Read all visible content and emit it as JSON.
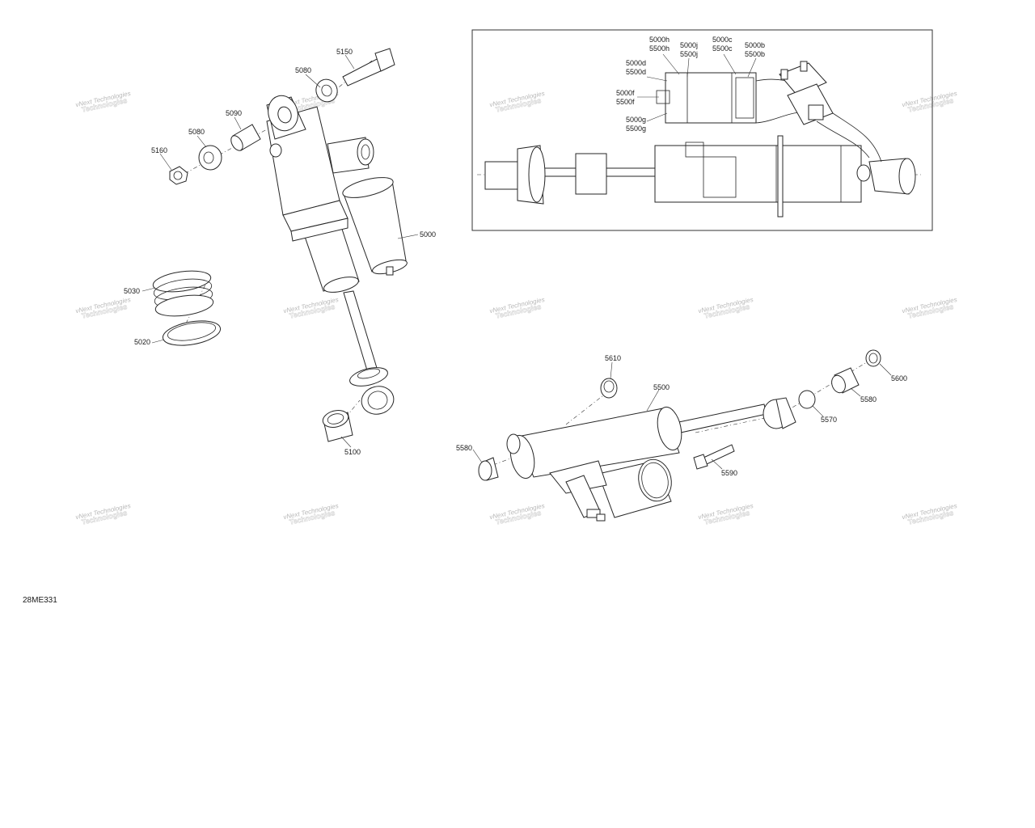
{
  "figure_ref": "28ME331",
  "watermark": {
    "line1": "vNext Technologies",
    "line2": "Technologies"
  },
  "callouts": {
    "c5150": "5150",
    "c5080a": "5080",
    "c5090": "5090",
    "c5080b": "5080",
    "c5160": "5160",
    "c5000": "5000",
    "c5030": "5030",
    "c5020": "5020",
    "c5100": "5100",
    "c5610": "5610",
    "c5500": "5500",
    "c5600": "5600",
    "c5580a": "5580",
    "c5570": "5570",
    "c5580b": "5580",
    "c5590": "5590"
  },
  "inset_callouts": {
    "h1": "5000h",
    "h2": "5500h",
    "j1": "5000j",
    "j2": "5500j",
    "c1": "5000c",
    "c2": "5500c",
    "b1": "5000b",
    "b2": "5500b",
    "d1": "5000d",
    "d2": "5500d",
    "f1": "5000f",
    "f2": "5500f",
    "g1": "5000g",
    "g2": "5500g"
  }
}
